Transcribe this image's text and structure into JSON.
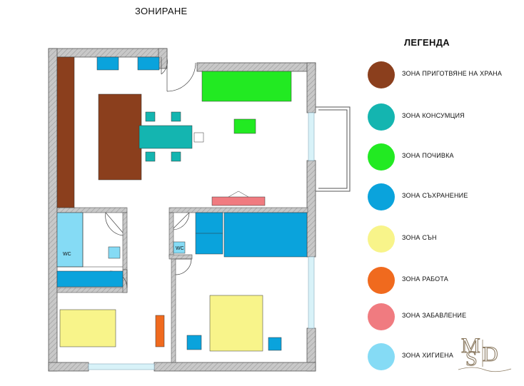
{
  "title": "ЗОНИРАНЕ",
  "legend": {
    "title": "ЛЕГЕНДА",
    "items": [
      {
        "label": "ЗОНА ПРИГОТВЯНЕ НА ХРАНА",
        "color": "#8b3f1d"
      },
      {
        "label": "ЗОНА КОНСУМЦИЯ",
        "color": "#14b5b0"
      },
      {
        "label": "ЗОНА  ПОЧИВКА",
        "color": "#22ea22"
      },
      {
        "label": "ЗОНА СЪХРАНЕНИЕ",
        "color": "#0aa3dc"
      },
      {
        "label": "ЗОНА СЪН",
        "color": "#f8f48a"
      },
      {
        "label": "ЗОНА РАБОТА",
        "color": "#f06a1e"
      },
      {
        "label": "ЗОНА ЗАБАВЛЕНИЕ",
        "color": "#f07b80"
      },
      {
        "label": "ЗОНА ХИГИЕНА",
        "color": "#85dbf5"
      }
    ]
  },
  "plan": {
    "wc_label_1": "WC",
    "wc_label_2": "WC"
  },
  "colors": {
    "wall": "#bdbdbd",
    "wall_edge": "#555555",
    "window": "#d8f2f8"
  }
}
